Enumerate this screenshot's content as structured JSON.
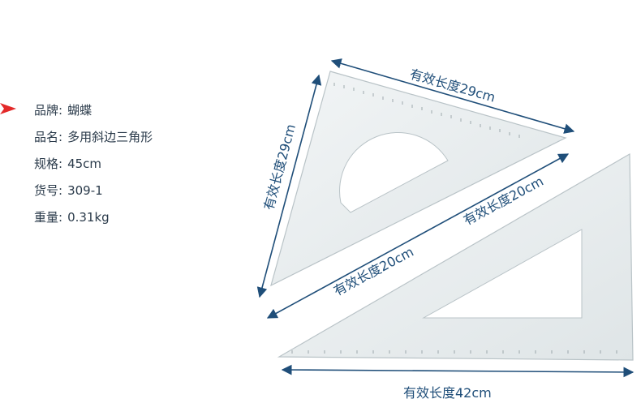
{
  "product": {
    "specs": [
      {
        "label": "品牌:",
        "value": "蝴蝶"
      },
      {
        "label": "品名:",
        "value": "多用斜边三角形"
      },
      {
        "label": "规格:",
        "value": "45cm"
      },
      {
        "label": "货号:",
        "value": "309-1"
      },
      {
        "label": "重量:",
        "value": "0.31kg"
      }
    ],
    "accent_color": "#e32929",
    "dimension_color": "#1f4e79"
  },
  "dimensions": {
    "top_edge": "有效长度29cm",
    "left_edge": "有效长度29cm",
    "hyp_upper": "有效长度20cm",
    "hyp_lower": "有效长度20cm",
    "bottom_edge": "有效长度42cm"
  }
}
